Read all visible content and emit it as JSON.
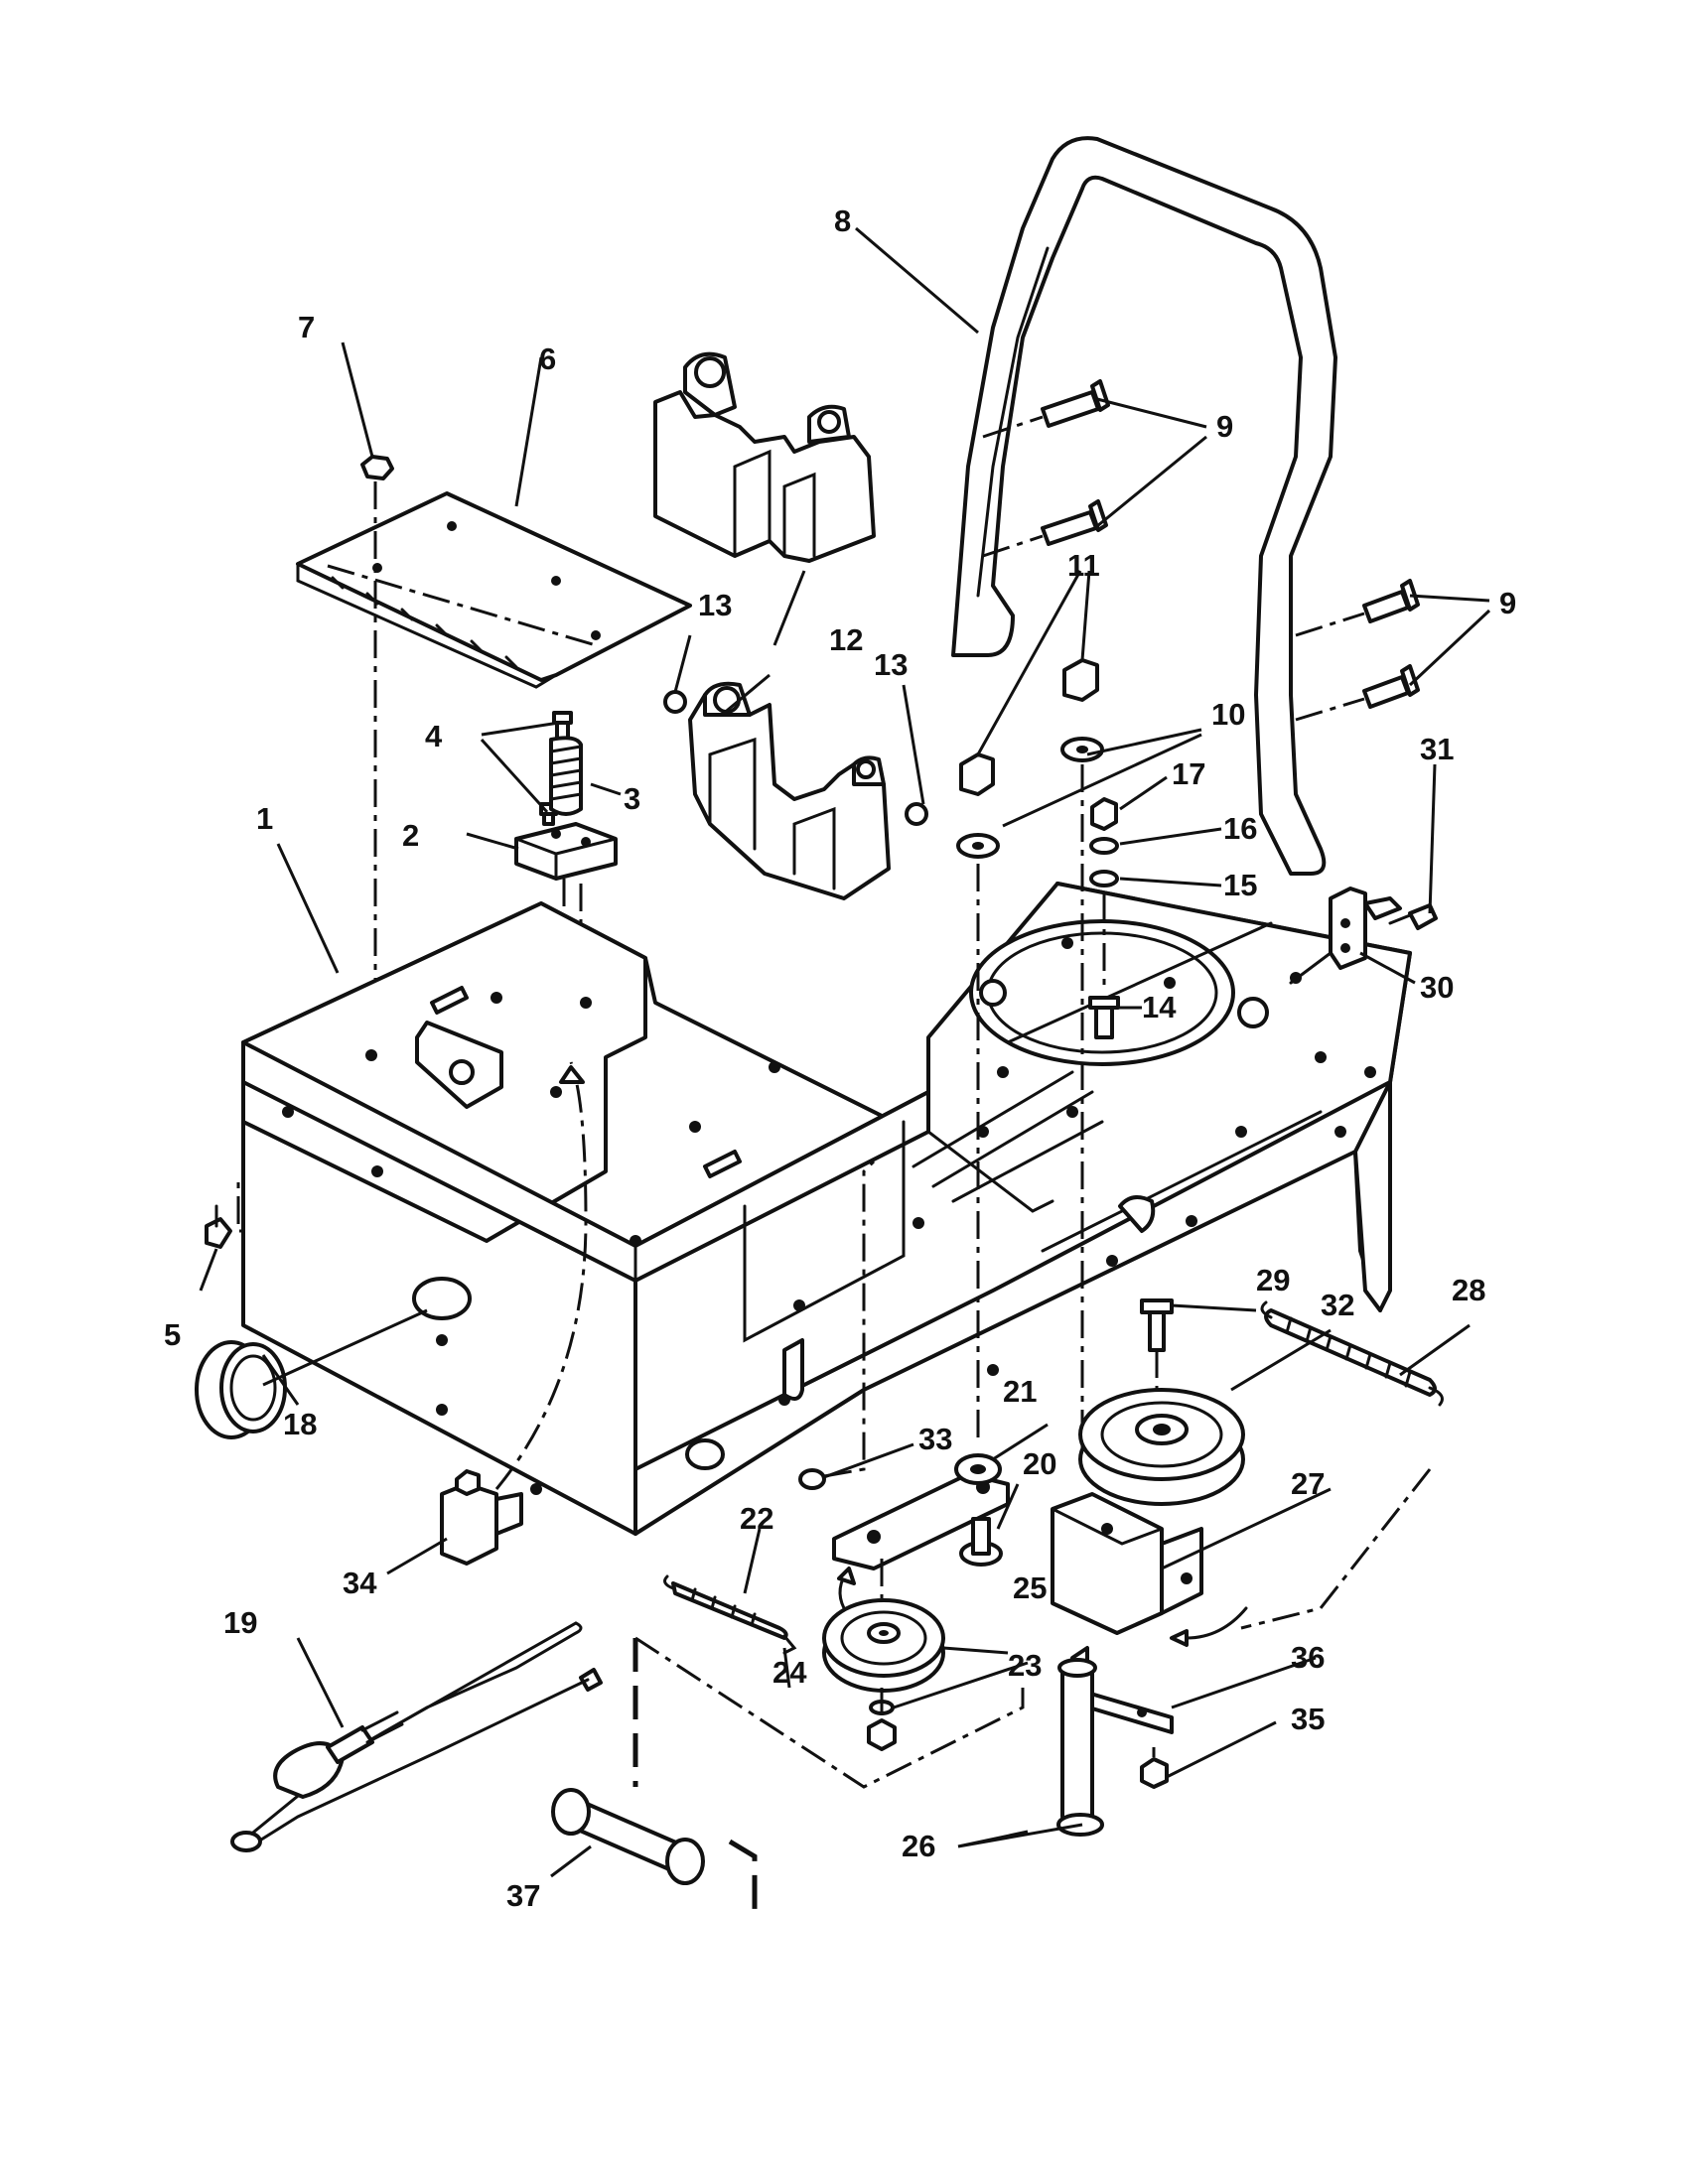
{
  "diagram": {
    "callouts": [
      "1",
      "2",
      "3",
      "4",
      "5",
      "6",
      "7",
      "8",
      "9",
      "9",
      "10",
      "11",
      "12",
      "13",
      "13",
      "14",
      "15",
      "16",
      "17",
      "18",
      "19",
      "20",
      "21",
      "22",
      "23",
      "24",
      "25",
      "26",
      "27",
      "28",
      "29",
      "30",
      "31",
      "32",
      "33",
      "34",
      "35",
      "36",
      "37"
    ]
  }
}
